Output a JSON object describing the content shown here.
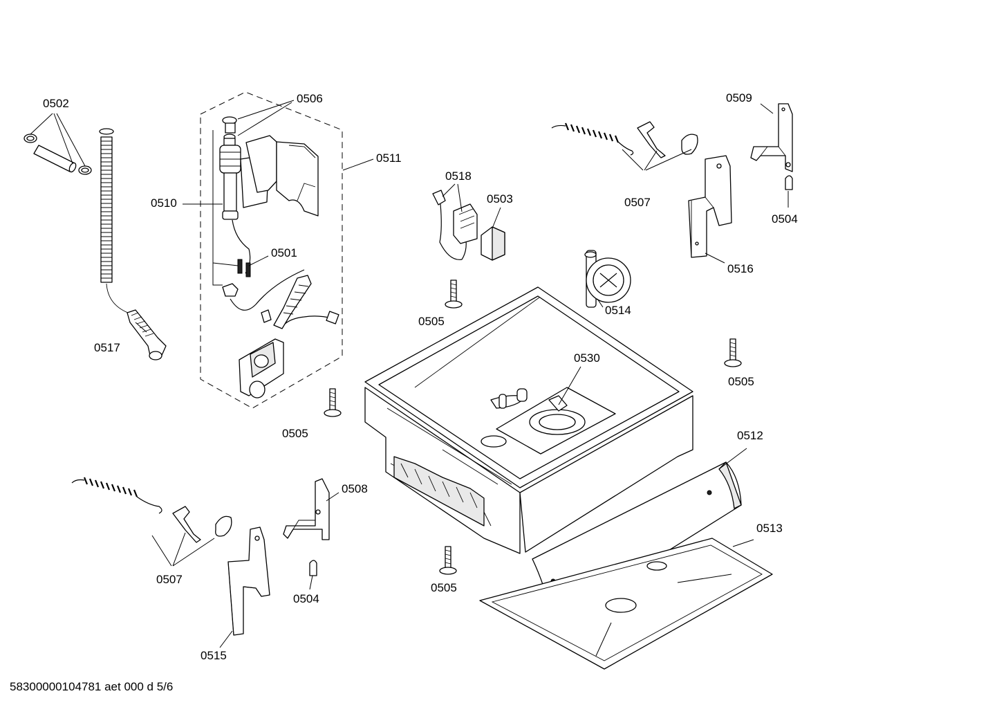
{
  "labels": {
    "p0501": "0501",
    "p0502": "0502",
    "p0503": "0503",
    "p0504_a": "0504",
    "p0504_b": "0504",
    "p0505_a": "0505",
    "p0505_b": "0505",
    "p0505_c": "0505",
    "p0505_d": "0505",
    "p0506": "0506",
    "p0507_a": "0507",
    "p0507_b": "0507",
    "p0508": "0508",
    "p0509": "0509",
    "p0510": "0510",
    "p0511": "0511",
    "p0512": "0512",
    "p0513": "0513",
    "p0514": "0514",
    "p0515": "0515",
    "p0516": "0516",
    "p0517": "0517",
    "p0518": "0518",
    "p0530": "0530"
  },
  "footer": {
    "code": "58300000104781 aet 000 d 5/6"
  }
}
